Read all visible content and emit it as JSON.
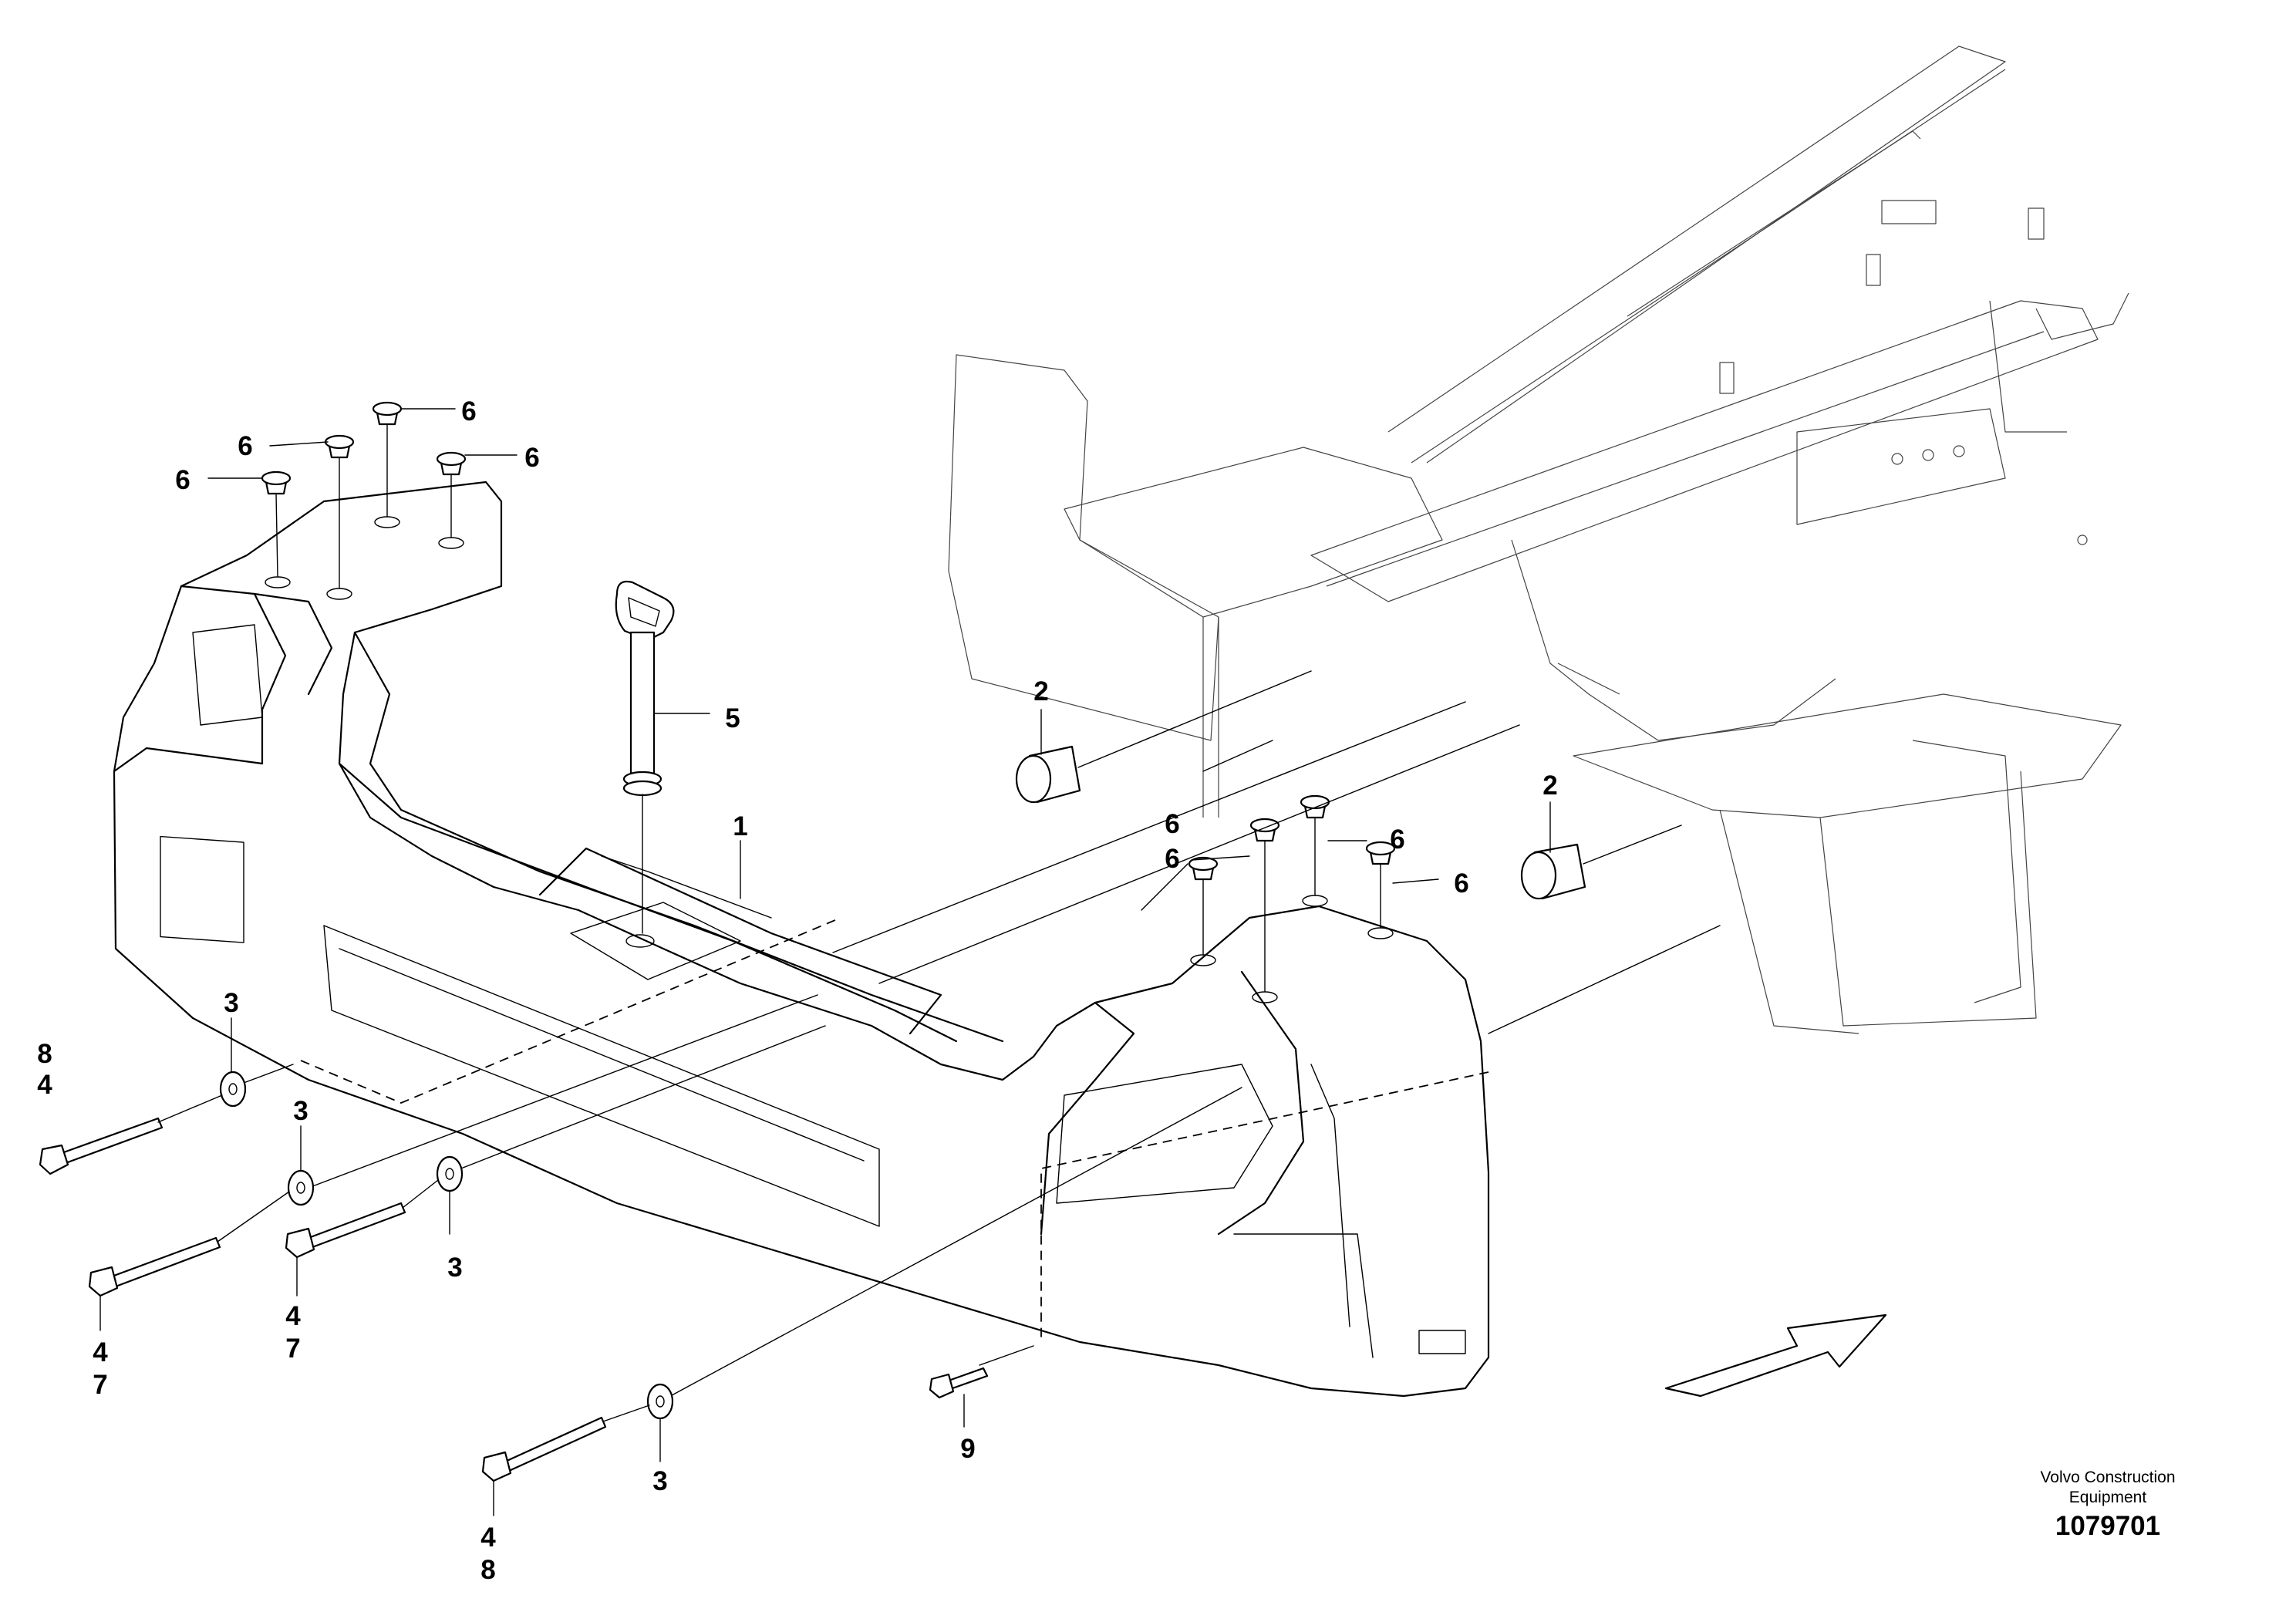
{
  "diagram": {
    "callouts": [
      {
        "id": "c-6a",
        "text": "6"
      },
      {
        "id": "c-6b",
        "text": "6"
      },
      {
        "id": "c-6c",
        "text": "6"
      },
      {
        "id": "c-6d",
        "text": "6"
      },
      {
        "id": "c-5",
        "text": "5"
      },
      {
        "id": "c-1",
        "text": "1"
      },
      {
        "id": "c-2a",
        "text": "2"
      },
      {
        "id": "c-2b",
        "text": "2"
      },
      {
        "id": "c-6e",
        "text": "6"
      },
      {
        "id": "c-6f",
        "text": "6"
      },
      {
        "id": "c-6g",
        "text": "6"
      },
      {
        "id": "c-6h",
        "text": "6"
      },
      {
        "id": "c-3a",
        "text": "3"
      },
      {
        "id": "c-8a",
        "text": "8"
      },
      {
        "id": "c-4a",
        "text": "4"
      },
      {
        "id": "c-3b",
        "text": "3"
      },
      {
        "id": "c-3c",
        "text": "3"
      },
      {
        "id": "c-4b",
        "text": "4"
      },
      {
        "id": "c-7a",
        "text": "7"
      },
      {
        "id": "c-4c",
        "text": "4"
      },
      {
        "id": "c-7b",
        "text": "7"
      },
      {
        "id": "c-9",
        "text": "9"
      },
      {
        "id": "c-3d",
        "text": "3"
      },
      {
        "id": "c-4d",
        "text": "4"
      },
      {
        "id": "c-8b",
        "text": "8"
      }
    ],
    "manufacturer_line1": "Volvo Construction",
    "manufacturer_line2": "Equipment",
    "drawing_number": "1079701"
  }
}
